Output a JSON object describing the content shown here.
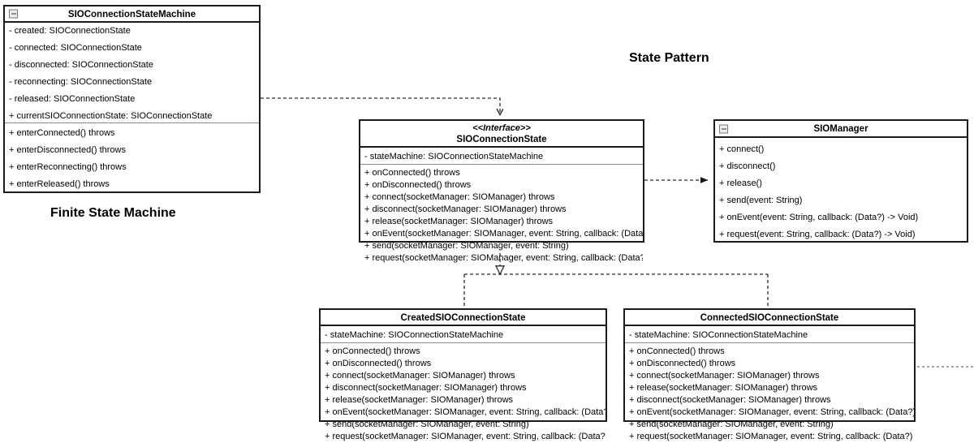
{
  "diagram": {
    "title_annotations": [
      {
        "name": "state-pattern-label",
        "text": "State Pattern"
      },
      {
        "name": "finite-state-machine-label",
        "text": "Finite State Machine"
      }
    ],
    "classes": [
      {
        "id": "sio-connection-state-machine",
        "name": "SIOConnectionStateMachine",
        "stereotype": "",
        "has_collapse_icon": true,
        "attributes": [
          "- created: SIOConnectionState",
          "- connected: SIOConnectionState",
          "- disconnected: SIOConnectionState",
          "- reconnecting: SIOConnectionState",
          "- released: SIOConnectionState",
          "+ currentSIOConnectionState: SIOConnectionState"
        ],
        "methods": [
          "+ enterConnected() throws",
          "+ enterDisconnected() throws",
          "+ enterReconnecting() throws",
          "+ enterReleased() throws"
        ]
      },
      {
        "id": "sio-connection-state",
        "name": "SIOConnectionState",
        "stereotype": "<<Interface>>",
        "has_collapse_icon": false,
        "attributes": [
          "- stateMachine: SIOConnectionStateMachine"
        ],
        "methods": [
          "+ onConnected() throws",
          "+ onDisconnected() throws",
          "+ connect(socketManager: SIOManager) throws",
          "+ disconnect(socketManager: SIOManager) throws",
          "+ release(socketManager: SIOManager) throws",
          "+ onEvent(socketManager: SIOManager, event: String, callback: (Data?) -> Void)",
          "+ send(socketManager: SIOManager, event: String)",
          "+ request(socketManager: SIOManager, event: String, callback: (Data?) -> Void)"
        ]
      },
      {
        "id": "sio-manager",
        "name": "SIOManager",
        "stereotype": "",
        "has_collapse_icon": true,
        "attributes": [],
        "methods": [
          "+ connect()",
          "+ disconnect()",
          "+ release()",
          "+ send(event: String)",
          "+ onEvent(event: String, callback: (Data?) -> Void)",
          "+ request(event: String, callback: (Data?) -> Void)"
        ]
      },
      {
        "id": "created-sio-connection-state",
        "name": "CreatedSIOConnectionState",
        "stereotype": "",
        "has_collapse_icon": false,
        "attributes": [
          "- stateMachine: SIOConnectionStateMachine"
        ],
        "methods": [
          "+ onConnected() throws",
          "+ onDisconnected() throws",
          "+ connect(socketManager: SIOManager) throws",
          "+ disconnect(socketManager: SIOManager) throws",
          "+ release(socketManager: SIOManager) throws",
          "+ onEvent(socketManager: SIOManager, event: String, callback: (Data?) -> Void)",
          "+ send(socketManager: SIOManager, event: String)",
          "+ request(socketManager: SIOManager, event: String, callback: (Data?) -> Void)"
        ]
      },
      {
        "id": "connected-sio-connection-state",
        "name": "ConnectedSIOConnectionState",
        "stereotype": "",
        "has_collapse_icon": false,
        "attributes": [
          "- stateMachine: SIOConnectionStateMachine"
        ],
        "methods": [
          "+ onConnected() throws",
          "+ onDisconnected() throws",
          "+ connect(socketManager: SIOManager) throws",
          "+ release(socketManager: SIOManager) throws",
          "+ disconnect(socketManager: SIOManager) throws",
          "+ onEvent(socketManager: SIOManager, event: String, callback: (Data?) -> Void)",
          "+ send(socketManager: SIOManager, event: String)",
          "+ request(socketManager: SIOManager, event: String, callback: (Data?) -> Void)"
        ]
      }
    ],
    "relationships": [
      {
        "name": "statemachine-to-interface-dependency",
        "kind": "dependency-dashed-open-arrow"
      },
      {
        "name": "interface-to-manager-dependency",
        "kind": "dependency-dashed-filled-arrow"
      },
      {
        "name": "created-state-realizes-interface",
        "kind": "realization-dashed-hollow-triangle"
      },
      {
        "name": "connected-state-realizes-interface",
        "kind": "realization-dashed-hollow-triangle"
      },
      {
        "name": "connected-state-outgoing-dashed",
        "kind": "dependency-dashed"
      }
    ],
    "colors": {
      "border": "#1a1a1a",
      "divider": "#8a8a8a",
      "background": "#ffffff",
      "text": "#000000",
      "connector": "#3a3a3a"
    }
  }
}
